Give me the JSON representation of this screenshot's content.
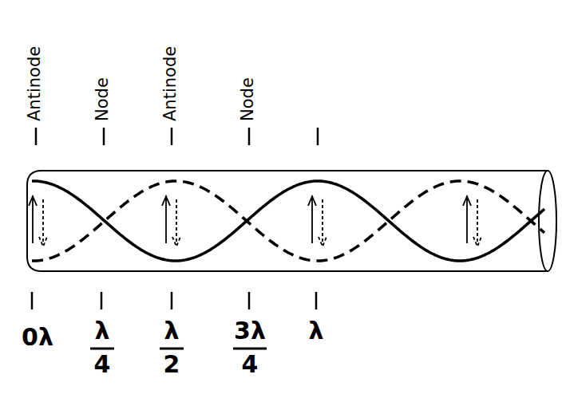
{
  "diagram": {
    "labels": [
      "Antinode",
      "Node",
      "Antinode",
      "Node",
      "0λ",
      "λ",
      "4",
      "λ",
      "2",
      "3λ",
      "4",
      "λ"
    ]
  }
}
